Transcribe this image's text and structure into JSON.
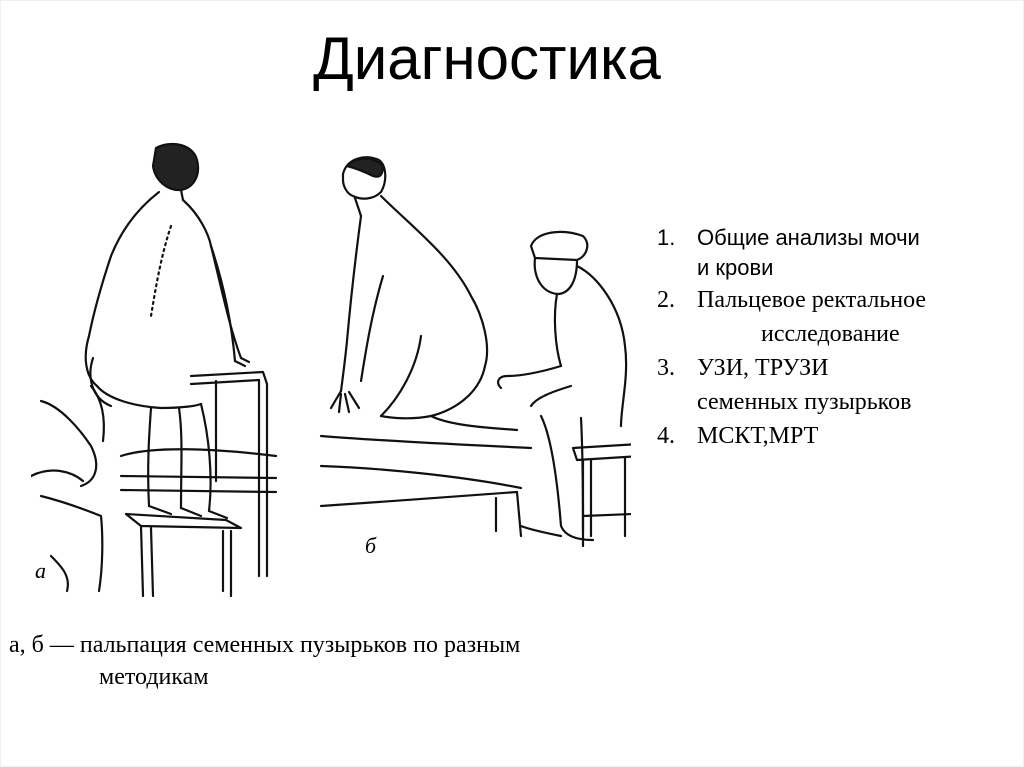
{
  "slide": {
    "title": "Диагностика",
    "figure": {
      "label_a": "а",
      "label_b": "б",
      "description": "Line illustration: a) patient standing on a stool leaning on a bed rail, examiner behind; b) patient on all fours on a couch, seated doctor performing palpation"
    },
    "list": [
      {
        "number": "1.",
        "line1": "Общие анализы мочи",
        "line2": "и крови",
        "font": "sans"
      },
      {
        "number": "2.",
        "line1": "Пальцевое ректальное",
        "line2": "исследование",
        "font": "serif"
      },
      {
        "number": "3.",
        "line1": "УЗИ, ТРУЗИ",
        "line2": "семенных пузырьков",
        "font": "serif"
      },
      {
        "number": "4.",
        "line1": "МСКТ,МРТ",
        "line2": "",
        "font": "serif"
      }
    ],
    "caption": {
      "line1": "а, б — пальпация семенных пузырьков по разным",
      "line2": "методикам"
    },
    "colors": {
      "background": "#ffffff",
      "text": "#000000",
      "border": "#f0f0f0"
    }
  }
}
